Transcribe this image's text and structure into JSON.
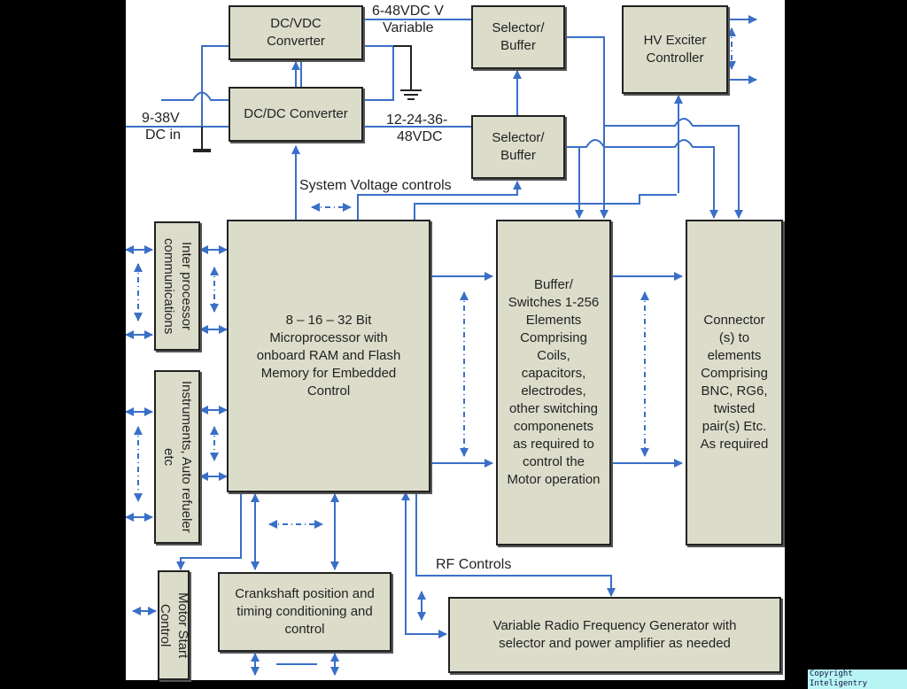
{
  "diagram": {
    "blocks": {
      "dcvdc": "DC/VDC Converter",
      "dcdc": "DC/DC Converter",
      "selector1": "Selector/ Buffer",
      "selector2": "Selector/ Buffer",
      "hv_exciter": "HV Exciter Controller",
      "interproc": "Inter processor communications",
      "instruments": "Instruments, Auto refueler etc",
      "microprocessor": "8 – 16 – 32 Bit Microprocessor with onboard RAM and Flash Memory for Embedded Control",
      "buffer_switches": "Buffer/ Switches 1-256 Elements Comprising Coils, capacitors, electrodes, other switching componenets as required to control the Motor operation",
      "connector": "Connector (s) to elements Comprising BNC, RG6, twisted pair(s) Etc. As required",
      "motor_start": "Motor Start Control",
      "crankshaft": "Crankshaft position and timing conditioning and control",
      "rf_generator": "Variable Radio Frequency Generator  with selector and power amplifier as needed"
    },
    "labels": {
      "variable_out_1": "6-48VDC V",
      "variable_out_2": "Variable",
      "dc_in_1": "9-38V",
      "dc_in_2": "DC in",
      "fixed_out_1": "12-24-36-",
      "fixed_out_2": "48VDC",
      "system_voltage": "System Voltage controls",
      "rf_controls": "RF Controls"
    },
    "colors": {
      "line": "#3a6fc8",
      "block_fill": "#dcdccb",
      "block_border": "#222222"
    }
  },
  "footer": {
    "copyright": "Copyright Inteligentry"
  }
}
